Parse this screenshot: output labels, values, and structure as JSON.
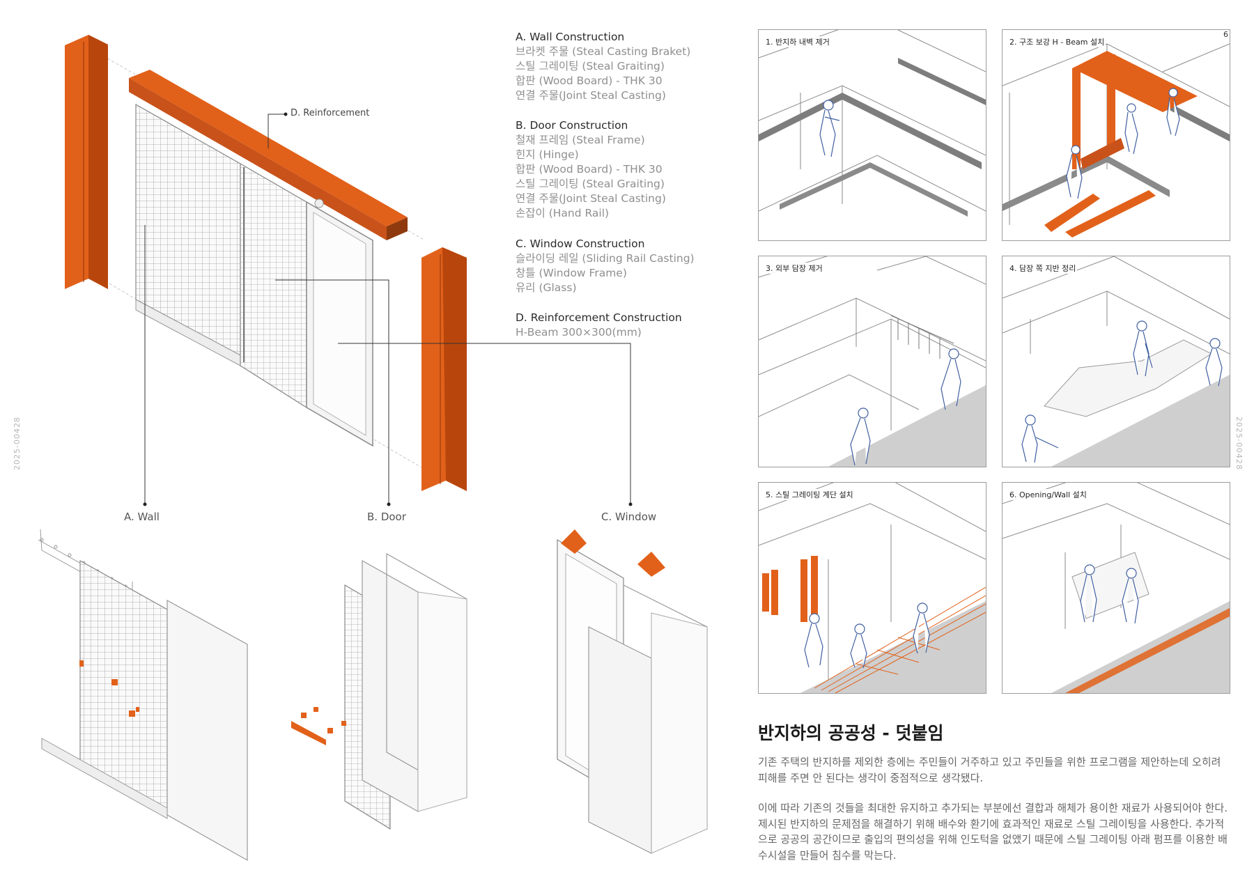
{
  "side_code": "2025-00428",
  "page_number": "6",
  "colors": {
    "accent": "#e2611a",
    "accent_dark": "#b8460c",
    "line": "#9a9a9a",
    "floor": "#cfcfcf"
  },
  "callout_reinforcement": "D. Reinforcement",
  "component_labels": {
    "wall": "A. Wall",
    "door": "B. Door",
    "window": "C. Window"
  },
  "specs": [
    {
      "heading": "A. Wall Construction",
      "items": [
        "브라켓 주물 (Steal Casting Braket)",
        "스틸 그레이팅 (Steal Graiting)",
        "합판 (Wood Board) - THK 30",
        "연결 주물(Joint Steal Casting)"
      ]
    },
    {
      "heading": "B. Door Construction",
      "items": [
        "철재 프레임 (Steal Frame)",
        "힌지 (Hinge)",
        "합판 (Wood Board) - THK 30",
        "스틸 그레이팅 (Steal Graiting)",
        "연결 주물(Joint Steal Casting)",
        "손잡이 (Hand Rail)"
      ]
    },
    {
      "heading": "C. Window Construction",
      "items": [
        "슬라이딩 레일 (Sliding Rail Casting)",
        "창틀 (Window Frame)",
        "유리 (Glass)"
      ]
    },
    {
      "heading": "D. Reinforcement Construction",
      "items": [
        "H-Beam 300×300(mm)"
      ]
    }
  ],
  "steps": [
    "1. 반지하 내벽 제거",
    "2. 구조 보강 H - Beam 설치",
    "3. 외부 담장 제거",
    "4. 담장 쪽 지반 정리",
    "5. 스틸 그레이팅 계단 설치",
    "6. Opening/Wall 설치"
  ],
  "section_title": "반지하의 공공성 - 덧붙임",
  "paragraphs": [
    "기존 주택의 반지하를 제외한 층에는 주민들이 거주하고 있고 주민들을 위한 프로그램을 제안하는데 오히려 피해를 주면 안 된다는 생각이 중점적으로 생각됐다.",
    "이에 따라 기존의 것들을 최대한 유지하고 추가되는 부분에선 결합과 해체가 용이한 재료가 사용되어야 한다. 제시된 반지하의 문제점을 해결하기 위해 배수와 환기에 효과적인 재료로 스틸 그레이팅을 사용한다. 추가적으로 공공의 공간이므로 출입의 편의성을 위해 인도턱을 없앴기 때문에 스틸 그레이팅 아래 펌프를 이용한 배수시설을 만들어 침수를 막는다."
  ]
}
